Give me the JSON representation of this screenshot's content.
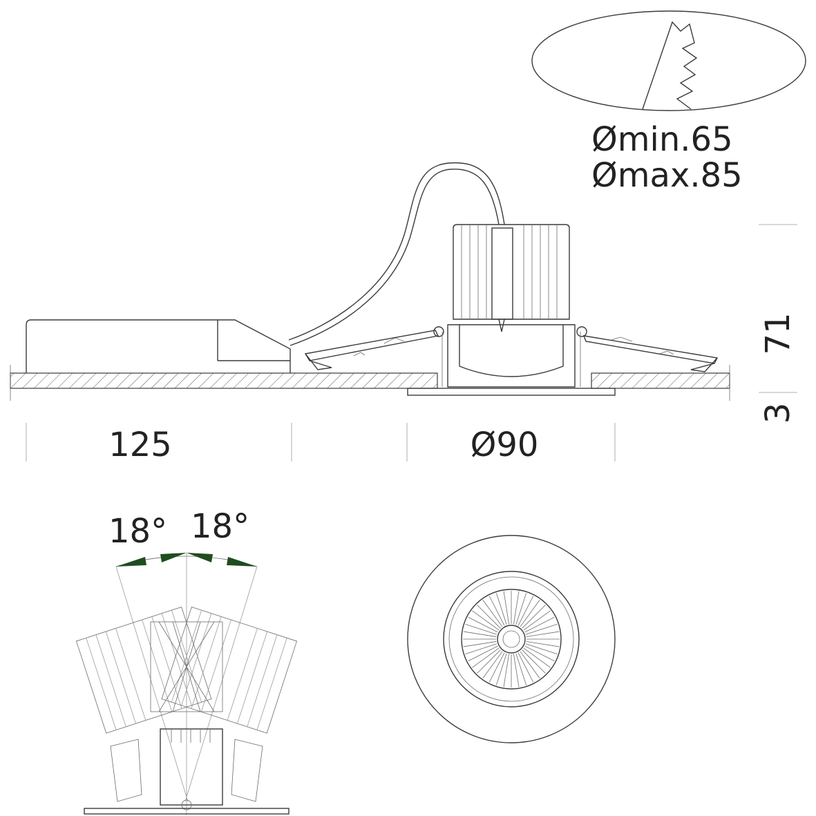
{
  "cutout": {
    "min_label": "Ømin.65",
    "max_label": "Ømax.85"
  },
  "dimensions": {
    "driver_length": "125",
    "fixture_diameter": "Ø90",
    "height_above": "71",
    "trim_thickness": "3"
  },
  "tilt": {
    "left_angle": "18°",
    "right_angle": "18°"
  },
  "colors": {
    "line": "#3a3a3a",
    "arrow": "#1f4d1f"
  }
}
